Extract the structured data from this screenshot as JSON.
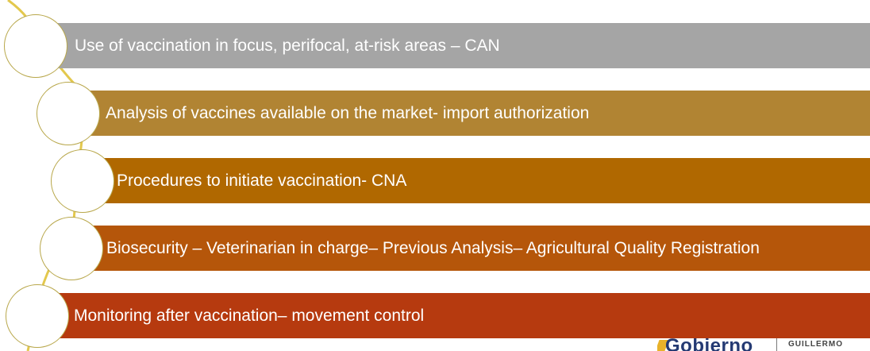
{
  "steps": [
    {
      "label": "Use of vaccination in focus, perifocal, at-risk areas – CAN",
      "color": "#a5a5a5"
    },
    {
      "label": "Analysis of vaccines available on the market- import authorization",
      "color": "#b18433"
    },
    {
      "label": "Procedures to initiate vaccination- CNA",
      "color": "#b06800"
    },
    {
      "label": "Biosecurity – Veterinarian in charge– Previous Analysis– Agricultural Quality Registration",
      "color": "#b5560a"
    },
    {
      "label": "Monitoring after vaccination– movement control",
      "color": "#b63a0f"
    }
  ],
  "connector_color": "#e3c84d",
  "logo": {
    "text": "Gobierno",
    "subtext": "GUILLERMO"
  }
}
